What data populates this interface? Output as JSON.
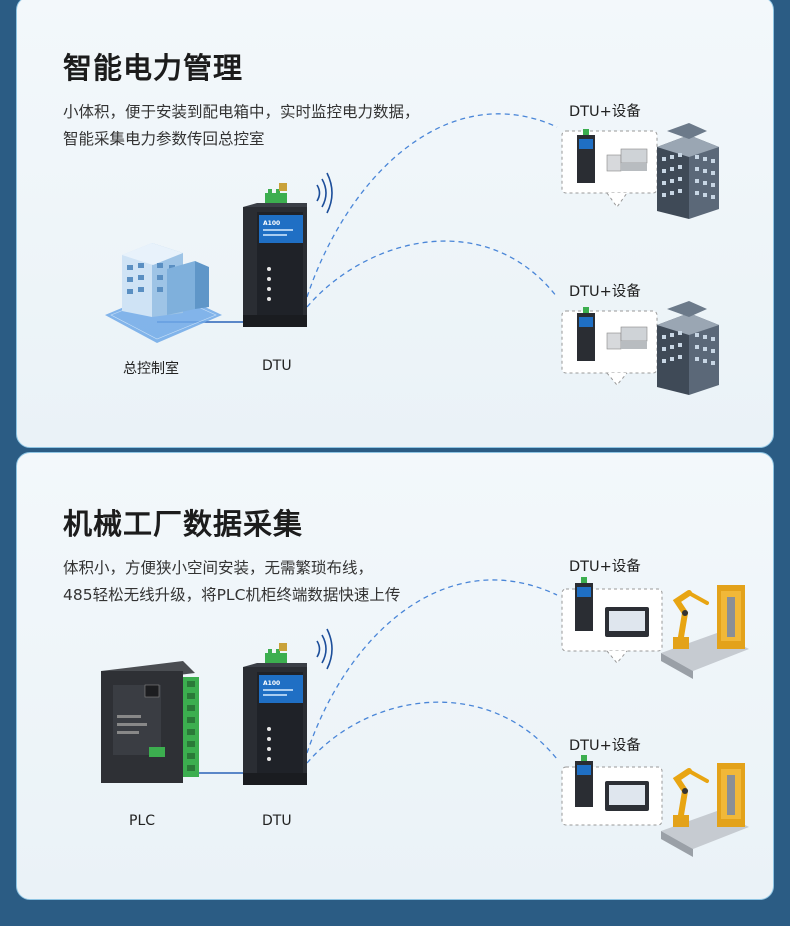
{
  "sections": [
    {
      "title": "智能电力管理",
      "desc_lines": [
        "小体积，便于安装到配电箱中，实时监控电力数据，",
        "智能采集电力参数传回总控室"
      ],
      "source_label": "总控制室",
      "dtu_label": "DTU",
      "targets": [
        "DTU+设备",
        "DTU+设备"
      ]
    },
    {
      "title": "机械工厂数据采集",
      "desc_lines": [
        "体积小，方便狭小空间安装，无需繁琐布线，",
        "485轻松无线升级，将PLC机柜终端数据快速上传"
      ],
      "source_label": "PLC",
      "dtu_label": "DTU",
      "targets": [
        "DTU+设备",
        "DTU+设备"
      ]
    }
  ],
  "dtu_model": "A100",
  "colors": {
    "background": "#2b5c84",
    "card_border": "#8fc5e3",
    "dashed_link": "#4a86d8",
    "dtu_body": "#2a2d33",
    "dtu_accent": "#1f6fc4",
    "terminal_green": "#3cae4f"
  }
}
